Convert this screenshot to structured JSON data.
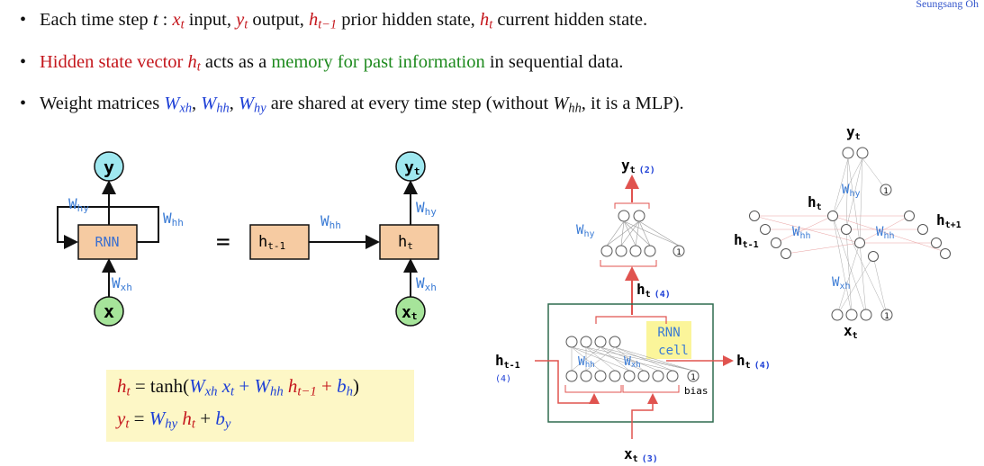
{
  "header": {
    "author": "Seungsang Oh"
  },
  "bullets": {
    "b1": {
      "prefix": "Each time step ",
      "t": "t",
      "colon": " : ",
      "x": "x",
      "x_sub": "t",
      "x_desc": " input,  ",
      "y": "y",
      "y_sub": "t",
      "y_desc": " output,  ",
      "hp": "h",
      "hp_sub": "t−1",
      "hp_desc": " prior hidden state,  ",
      "hc": "h",
      "hc_sub": "t",
      "hc_desc": " current hidden state."
    },
    "b2": {
      "red_text": "Hidden state vector ",
      "h": "h",
      "h_sub": "t",
      "mid": " acts as a ",
      "green_text": "memory for past information",
      "end": " in sequential data."
    },
    "b3": {
      "prefix": "Weight matrices ",
      "w1": "W",
      "w1_sub": "xh",
      "c1": ", ",
      "w2": "W",
      "w2_sub": "hh",
      "c2": ", ",
      "w3": "W",
      "w3_sub": "hy",
      "mid": " are shared at every time step  (without ",
      "w4": "W",
      "w4_sub": "hh",
      "end": ", it is a MLP)."
    }
  },
  "formulas": {
    "f1": {
      "lhs": "h",
      "lhs_sub": "t",
      "eq": " = tanh(",
      "w1": "W",
      "w1_sub": "xh",
      "x": " x",
      "x_sub": "t",
      "plus1": " + ",
      "w2": "W",
      "w2_sub": "hh",
      "h": " h",
      "h_sub": "t−1",
      "plus2": " + ",
      "b": "b",
      "b_sub": "h",
      "close": ")"
    },
    "f2": {
      "lhs": "y",
      "lhs_sub": "t",
      "eq": " = ",
      "w": "W",
      "w_sub": "hy",
      "h": " h",
      "h_sub": "t",
      "plus": " + ",
      "b": "b",
      "b_sub": "y"
    }
  },
  "diagram_left": {
    "node_y": "y",
    "node_x": "x",
    "rnn": "RNN",
    "w_hy": "W",
    "w_hy_sub": "hy",
    "w_hh": "W",
    "w_hh_sub": "hh",
    "w_xh": "W",
    "w_xh_sub": "xh",
    "equals": "=",
    "ht1": "h",
    "ht1_sub": "t-1",
    "mid_w": "W",
    "mid_w_sub": "hh",
    "ht": "h",
    "ht_sub": "t",
    "node_yt": "y",
    "node_yt_sub": "t",
    "node_xt": "x",
    "node_xt_sub": "t",
    "r_w_hy": "W",
    "r_w_hy_sub": "hy",
    "r_w_xh": "W",
    "r_w_xh_sub": "xh"
  },
  "diagram_middle": {
    "yt": "y",
    "yt_sub": "t",
    "yt_count": "(2)",
    "w_hy": "W",
    "w_hy_sub": "hy",
    "one_top": "1",
    "ht_out": "h",
    "ht_out_sub": "t",
    "ht_out_count": "(4)",
    "rnn_cell_1": "RNN",
    "rnn_cell_2": "cell",
    "w_hh": "W",
    "w_hh_sub": "hh",
    "w_xh": "W",
    "w_xh_sub": "xh",
    "one_bias": "1",
    "bias": "bias",
    "ht_prev": "h",
    "ht_prev_sub": "t-1",
    "ht_prev_count": "(4)",
    "ht_right": "h",
    "ht_right_sub": "t",
    "ht_right_count": "(4)",
    "xt": "x",
    "xt_sub": "t",
    "xt_count": "(3)"
  },
  "diagram_right": {
    "yt": "y",
    "yt_sub": "t",
    "w_hy": "W",
    "w_hy_sub": "hy",
    "one_a": "1",
    "ht": "h",
    "ht_sub": "t",
    "ht1": "h",
    "ht1_sub": "t-1",
    "htp1": "h",
    "htp1_sub": "t+1",
    "w_hh_l": "W",
    "w_hh_l_sub": "hh",
    "w_hh_r": "W",
    "w_hh_r_sub": "hh",
    "w_xh": "W",
    "w_xh_sub": "xh",
    "one_b": "1",
    "xt": "x",
    "xt_sub": "t"
  },
  "colors": {
    "red": "#c4161c",
    "green": "#1e8a1e",
    "blue": "#1d3fd6",
    "weight_blue": "#3a7bd5",
    "rnn_box": "#f6cba2",
    "node_y": "#9fe8f0",
    "node_x": "#a6e49a",
    "cell_border": "#2f6b4f",
    "formula_bg": "#fdf7c6"
  }
}
